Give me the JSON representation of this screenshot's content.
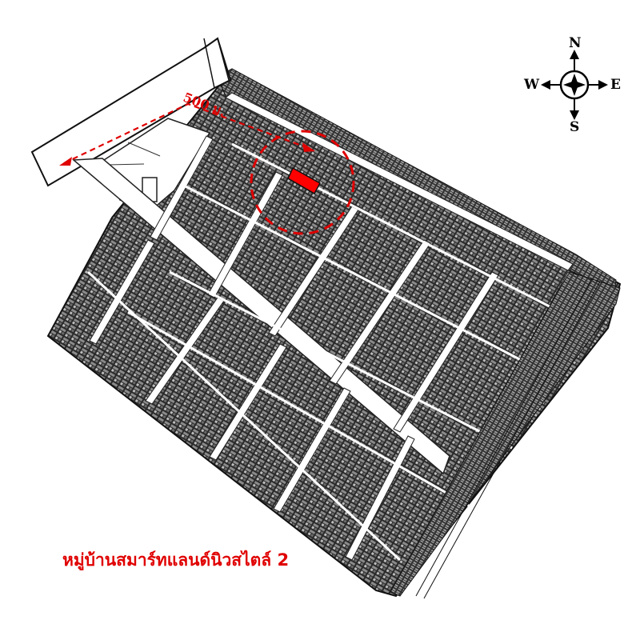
{
  "map": {
    "village_name": "หมู่บ้านสมาร์ทแลนด์นิวสไตล์ 2",
    "distance_label": "500 ม.",
    "colors": {
      "highlight": "#e00000",
      "ink": "#1a1a1a",
      "road": "#ffffff"
    }
  },
  "compass": {
    "north": "N",
    "south": "S",
    "east": "E",
    "west": "W"
  }
}
